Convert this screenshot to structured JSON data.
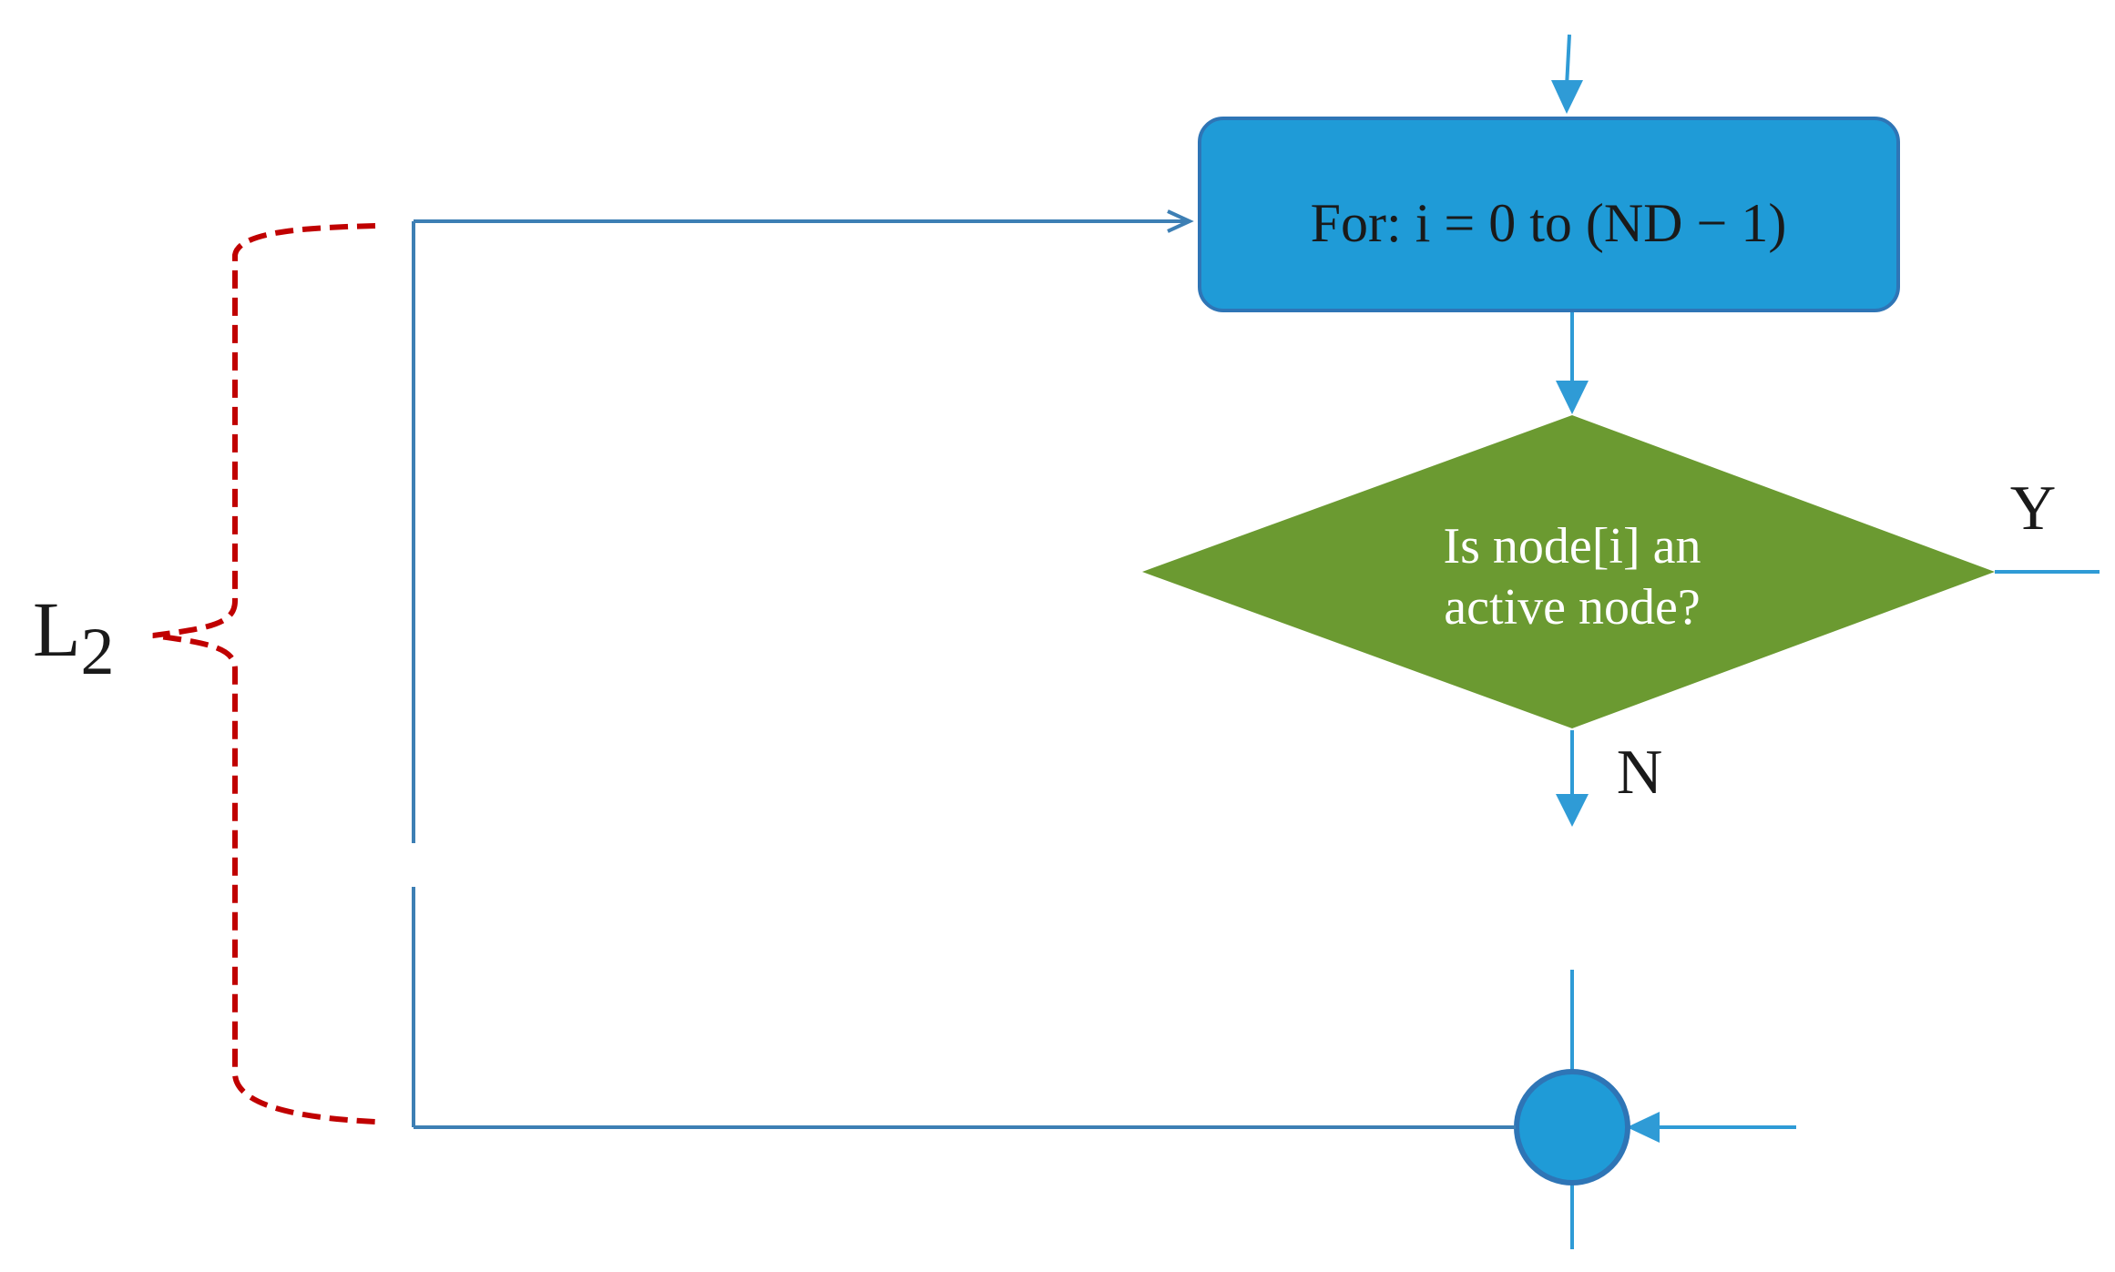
{
  "diagram": {
    "loop_box": {
      "label": "For: i = 0 to (ND − 1)"
    },
    "decision": {
      "line1": "Is node[i] an",
      "line2": "active node?"
    },
    "yes_label": "Y",
    "no_label": "N",
    "loop_label": {
      "base": "L",
      "subscript": "2"
    }
  },
  "colors": {
    "box_fill": "#1f9bd7",
    "box_stroke": "#2e75b6",
    "decision_fill": "#6b9a31",
    "arrow": "#2f9bd6",
    "loop_line": "#3d7fb4",
    "brace": "#c00000",
    "text_dark": "#1a1a1a",
    "text_light": "#ffffff"
  }
}
